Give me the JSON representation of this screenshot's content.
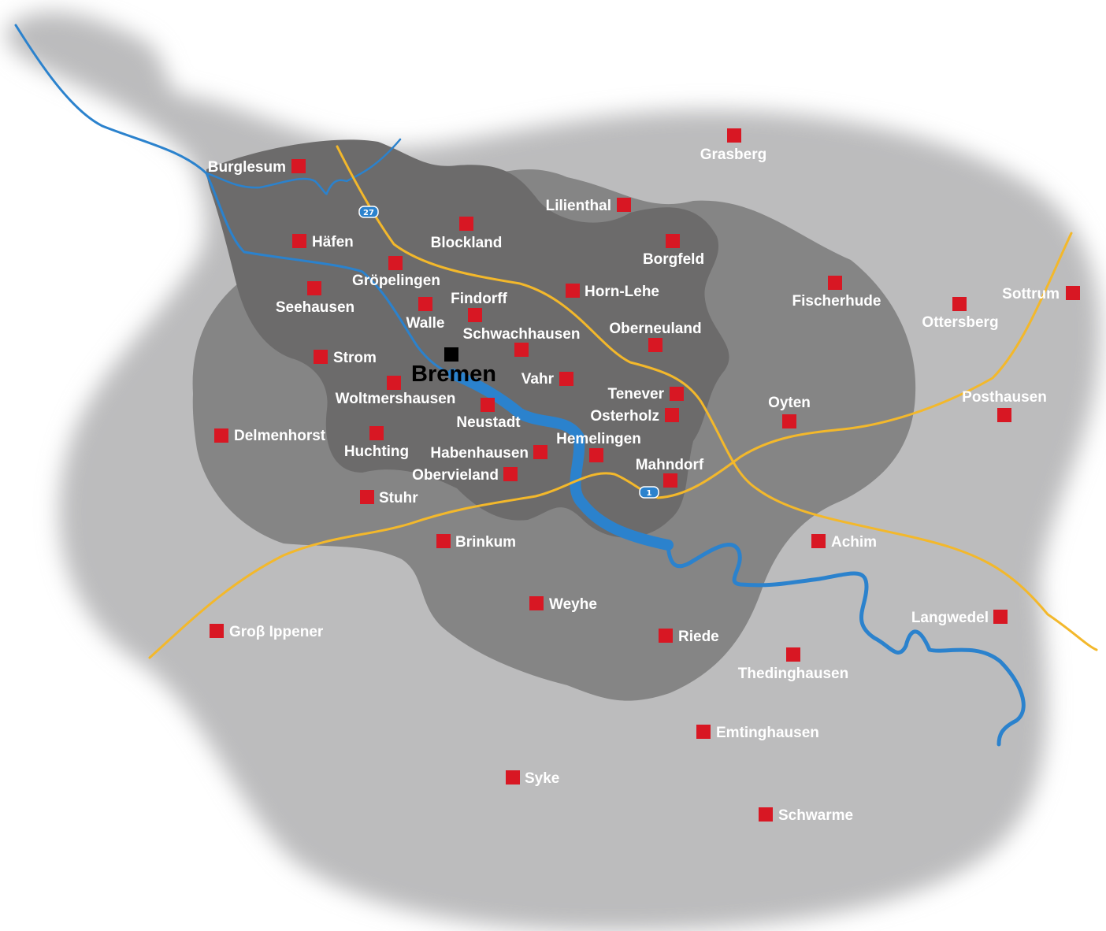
{
  "colors": {
    "outer_region": "#bcbcbd",
    "middle_region": "#858585",
    "inner_region": "#6c6b6b",
    "river": "#2b82cd",
    "highway": "#f3b82b",
    "place_marker": "#d81723",
    "city_marker": "#000000",
    "label_text": "#ffffff"
  },
  "city": {
    "name": "Bremen"
  },
  "highways": [
    {
      "id": "a27",
      "shield": "27"
    },
    {
      "id": "a1",
      "shield": "1"
    }
  ],
  "places": [
    {
      "name": "Burglesum"
    },
    {
      "name": "Häfen"
    },
    {
      "name": "Blockland"
    },
    {
      "name": "Lilienthal"
    },
    {
      "name": "Grasberg"
    },
    {
      "name": "Borgfeld"
    },
    {
      "name": "Gröpelingen"
    },
    {
      "name": "Seehausen"
    },
    {
      "name": "Findorff"
    },
    {
      "name": "Walle"
    },
    {
      "name": "Horn-Lehe"
    },
    {
      "name": "Schwachhausen"
    },
    {
      "name": "Oberneuland"
    },
    {
      "name": "Fischerhude"
    },
    {
      "name": "Ottersberg"
    },
    {
      "name": "Sottrum"
    },
    {
      "name": "Strom"
    },
    {
      "name": "Vahr"
    },
    {
      "name": "Woltmershausen"
    },
    {
      "name": "Tenever"
    },
    {
      "name": "Osterholz"
    },
    {
      "name": "Neustadt"
    },
    {
      "name": "Oyten"
    },
    {
      "name": "Posthausen"
    },
    {
      "name": "Delmenhorst"
    },
    {
      "name": "Huchting"
    },
    {
      "name": "Hemelingen"
    },
    {
      "name": "Habenhausen"
    },
    {
      "name": "Obervieland"
    },
    {
      "name": "Mahndorf"
    },
    {
      "name": "Stuhr"
    },
    {
      "name": "Brinkum"
    },
    {
      "name": "Achim"
    },
    {
      "name": "Weyhe"
    },
    {
      "name": "Groβ Ippener"
    },
    {
      "name": "Riede"
    },
    {
      "name": "Langwedel"
    },
    {
      "name": "Thedinghausen"
    },
    {
      "name": "Emtinghausen"
    },
    {
      "name": "Syke"
    },
    {
      "name": "Schwarme"
    }
  ]
}
